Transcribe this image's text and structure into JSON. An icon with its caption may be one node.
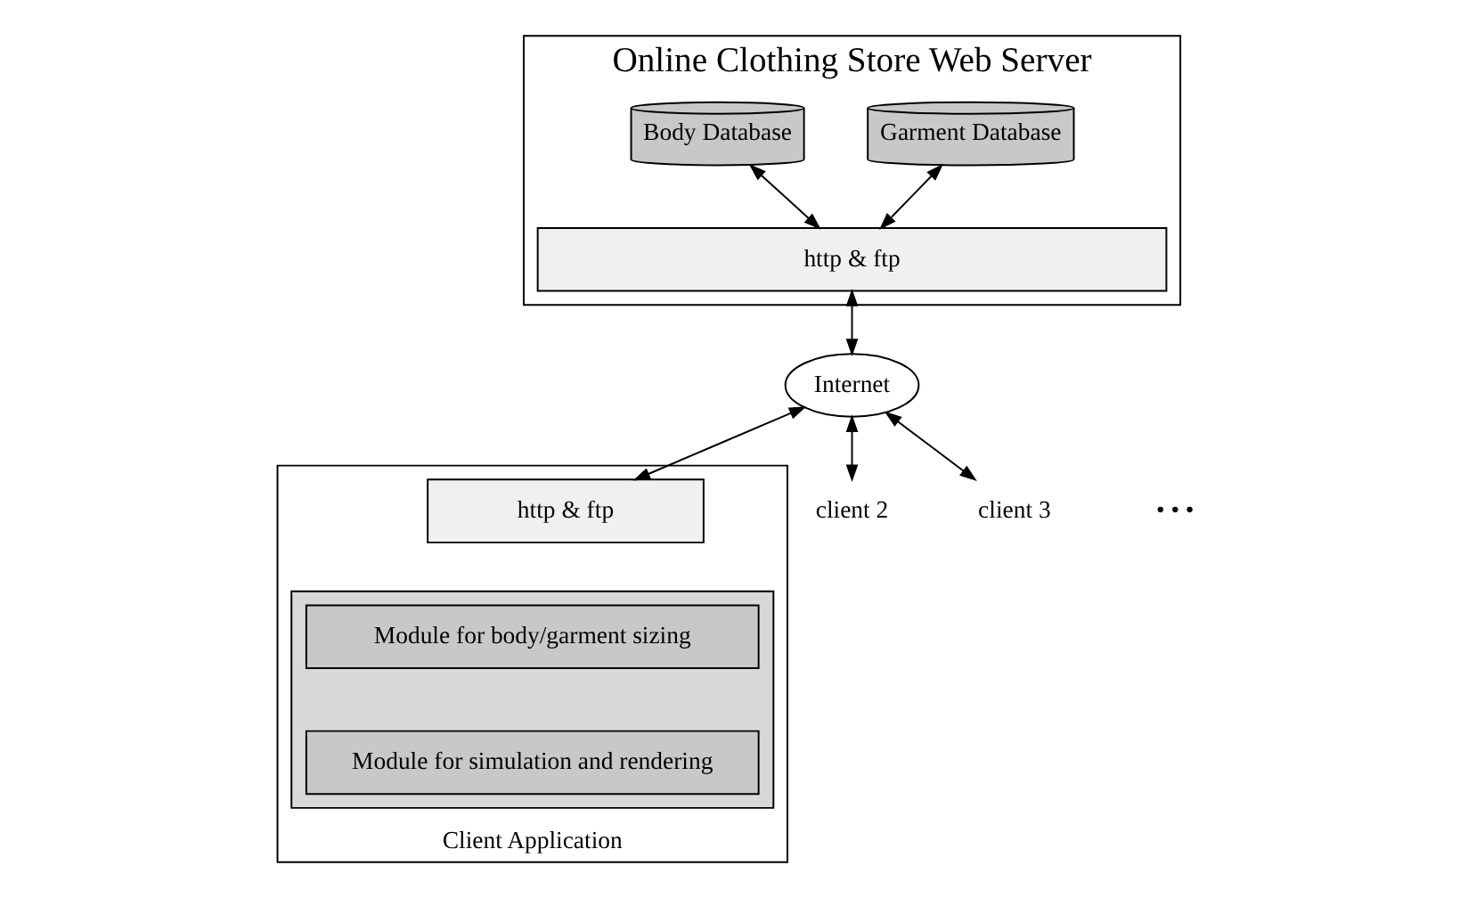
{
  "diagram": {
    "nodes": [
      {
        "text": [
          "Online Clothing Store Web Server"
        ]
      },
      {
        "text": [
          "Body Database"
        ],
        "in": 0
      },
      {
        "text": [
          "Garment Database"
        ],
        "in": 0
      },
      {
        "text": [
          "http & ftp"
        ],
        "in": 0
      },
      {
        "text": [
          "Internet"
        ]
      },
      {
        "text": [
          "Client Application"
        ]
      },
      {
        "text": [
          "http & ftp"
        ],
        "in": 5
      },
      {
        "text": [],
        "shape": "box",
        "in": 5
      },
      {
        "text": [
          "Module for body/garment sizing"
        ],
        "in": 7
      },
      {
        "text": [
          "Module for simulation and rendering"
        ],
        "in": 7
      },
      {
        "text": [
          "client 2"
        ]
      },
      {
        "text": [
          "client 3"
        ]
      }
    ],
    "edges": [
      {
        "from": 1,
        "to": 3,
        "arrow": "both"
      },
      {
        "from": 2,
        "to": 3,
        "arrow": "both"
      },
      {
        "from": 3,
        "to": 4,
        "arrow": "both"
      },
      {
        "from": 4,
        "to": 6,
        "arrow": "both"
      },
      {
        "from": 4,
        "to": 10,
        "arrow": "both"
      },
      {
        "from": 4,
        "to": 11,
        "arrow": "both"
      }
    ],
    "labels": [
      "• • •"
    ]
  }
}
